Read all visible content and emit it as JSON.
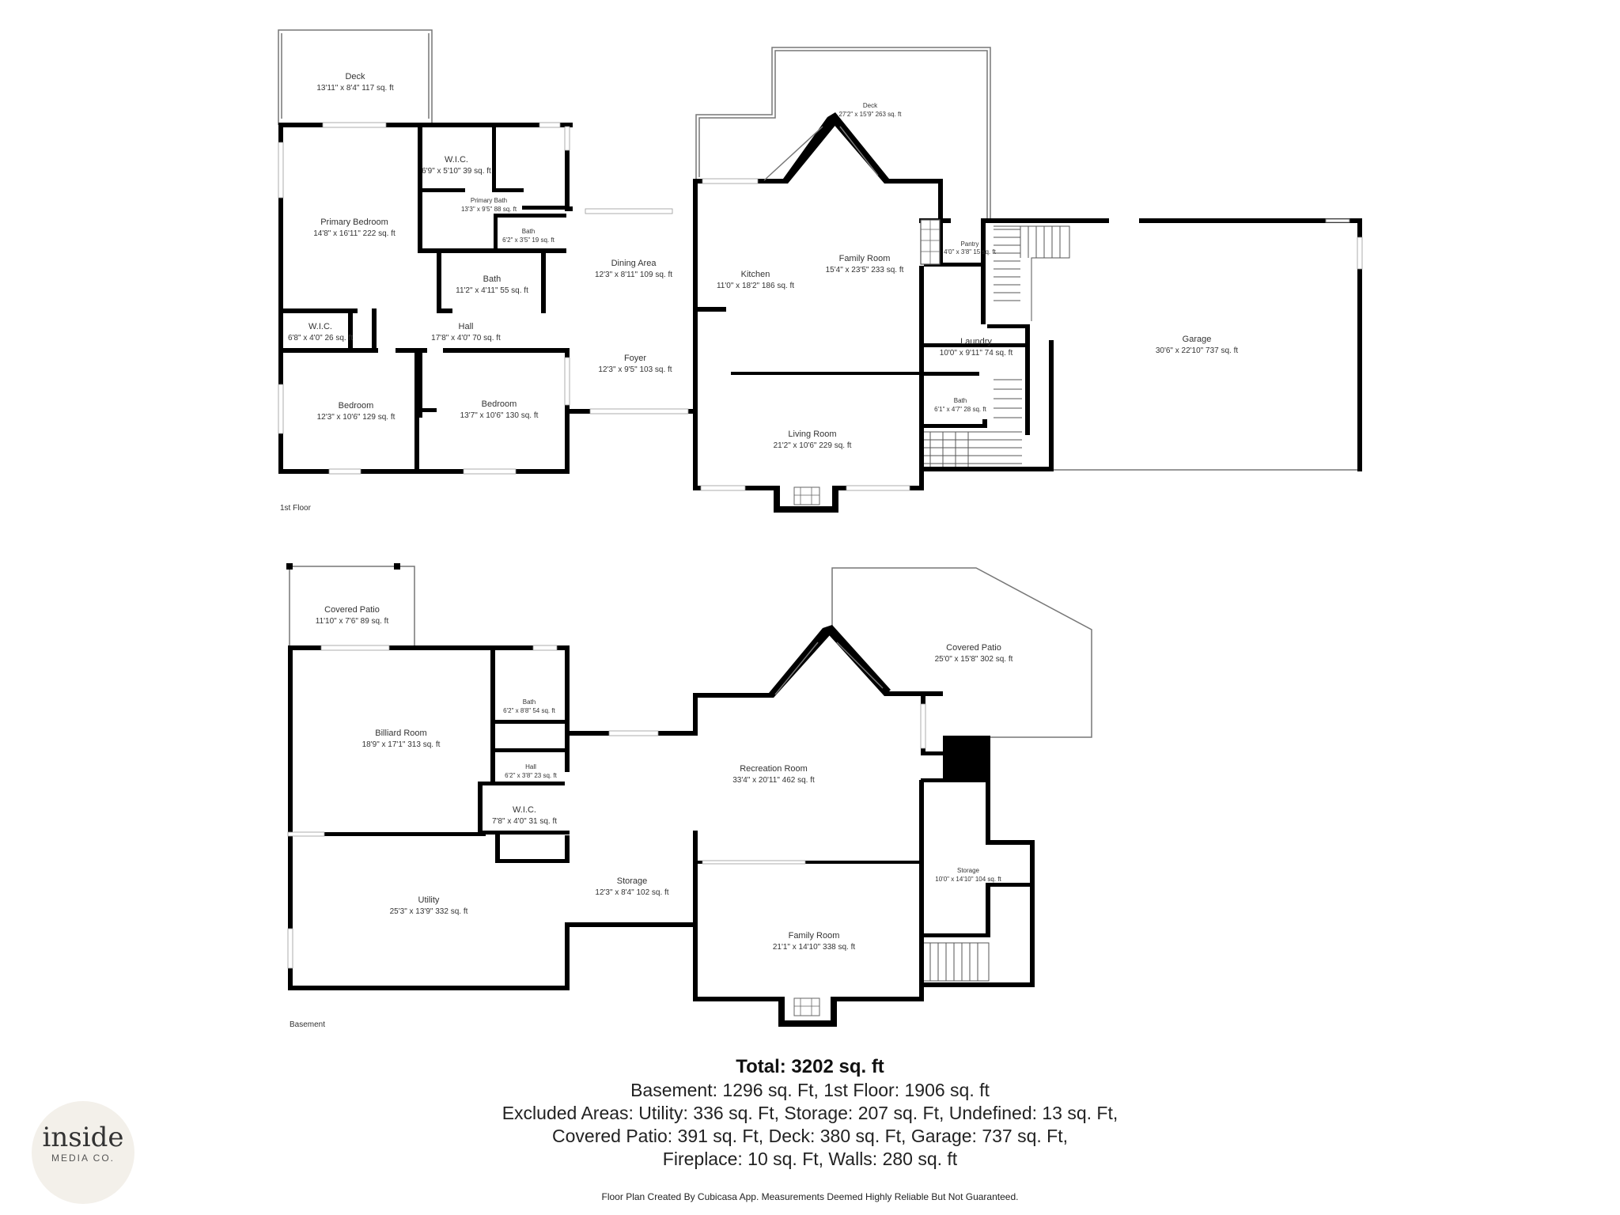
{
  "floors": [
    {
      "id": "first",
      "label": "1st Floor"
    },
    {
      "id": "basement",
      "label": "Basement"
    }
  ],
  "rooms": {
    "first_deck_left": {
      "name": "Deck",
      "dims": "13'11\" x 8'4\" 117 sq. ft"
    },
    "first_wic_top": {
      "name": "W.I.C.",
      "dims": "6'9\" x 5'10\" 39 sq. ft"
    },
    "first_primary_bath": {
      "name": "Primary Bath",
      "dims": "13'3\" x 9'5\" 88 sq. ft"
    },
    "first_bath_small": {
      "name": "Bath",
      "dims": "6'2\" x 3'5\" 19 sq. ft"
    },
    "first_primary_bedroom": {
      "name": "Primary Bedroom",
      "dims": "14'8\" x 16'11\" 222 sq. ft"
    },
    "first_bath_mid": {
      "name": "Bath",
      "dims": "11'2\" x 4'11\" 55 sq. ft"
    },
    "first_wic_left": {
      "name": "W.I.C.",
      "dims": "6'8\" x 4'0\" 26 sq. ft"
    },
    "first_hall": {
      "name": "Hall",
      "dims": "17'8\" x 4'0\" 70 sq. ft"
    },
    "first_bedroom_left": {
      "name": "Bedroom",
      "dims": "12'3\" x 10'6\" 129 sq. ft"
    },
    "first_bedroom_mid": {
      "name": "Bedroom",
      "dims": "13'7\" x 10'6\" 130 sq. ft"
    },
    "first_dining": {
      "name": "Dining Area",
      "dims": "12'3\" x 8'11\" 109 sq. ft"
    },
    "first_foyer": {
      "name": "Foyer",
      "dims": "12'3\" x 9'5\" 103 sq. ft"
    },
    "first_deck_right": {
      "name": "Deck",
      "dims": "27'2\" x 15'9\" 263 sq. ft"
    },
    "first_kitchen": {
      "name": "Kitchen",
      "dims": "11'0\" x 18'2\" 186 sq. ft"
    },
    "first_family": {
      "name": "Family Room",
      "dims": "15'4\" x 23'5\" 233 sq. ft"
    },
    "first_living": {
      "name": "Living Room",
      "dims": "21'2\" x 10'6\" 229 sq. ft"
    },
    "first_pantry": {
      "name": "Pantry",
      "dims": "4'0\" x 3'8\" 15 sq. ft"
    },
    "first_laundry": {
      "name": "Laundry",
      "dims": "10'0\" x 9'11\" 74 sq. ft"
    },
    "first_bath_right": {
      "name": "Bath",
      "dims": "6'1\" x 4'7\" 28 sq. ft"
    },
    "first_garage": {
      "name": "Garage",
      "dims": "30'6\" x 22'10\" 737 sq. ft"
    },
    "base_covered_patio_left": {
      "name": "Covered Patio",
      "dims": "11'10\" x 7'6\" 89 sq. ft"
    },
    "base_billiard": {
      "name": "Billiard Room",
      "dims": "18'9\" x 17'1\" 313 sq. ft"
    },
    "base_bath": {
      "name": "Bath",
      "dims": "6'2\" x 8'8\" 54 sq. ft"
    },
    "base_hall": {
      "name": "Hall",
      "dims": "6'2\" x 3'8\" 23 sq. ft"
    },
    "base_wic": {
      "name": "W.I.C.",
      "dims": "7'8\" x 4'0\" 31 sq. ft"
    },
    "base_utility": {
      "name": "Utility",
      "dims": "25'3\" x 13'9\" 332 sq. ft"
    },
    "base_storage_mid": {
      "name": "Storage",
      "dims": "12'3\" x 8'4\" 102 sq. ft"
    },
    "base_recreation": {
      "name": "Recreation Room",
      "dims": "33'4\" x 20'11\" 462 sq. ft"
    },
    "base_covered_patio_right": {
      "name": "Covered Patio",
      "dims": "25'0\" x 15'8\" 302 sq. ft"
    },
    "base_storage_right": {
      "name": "Storage",
      "dims": "10'0\" x 14'10\" 104 sq. ft"
    },
    "base_family": {
      "name": "Family Room",
      "dims": "21'1\" x 14'10\" 338 sq. ft"
    }
  },
  "summary": {
    "total": "Total: 3202 sq. ft",
    "line1": "Basement: 1296 sq. Ft, 1st Floor: 1906 sq. ft",
    "line2": "Excluded Areas: Utility: 336 sq. Ft, Storage: 207 sq. Ft, Undefined: 13 sq. Ft,",
    "line3": "Covered Patio: 391 sq. Ft, Deck: 380 sq. Ft, Garage: 737 sq. Ft,",
    "line4": "Fireplace: 10 sq. Ft, Walls: 280 sq. ft"
  },
  "footer": "Floor Plan Created By Cubicasa App. Measurements Deemed Highly Reliable But Not Guaranteed.",
  "logo": {
    "word": "inside",
    "sub": "MEDIA CO."
  },
  "colors": {
    "wall": "#000000",
    "outline": "#777777",
    "logo_bg": "#f3f0ea"
  }
}
